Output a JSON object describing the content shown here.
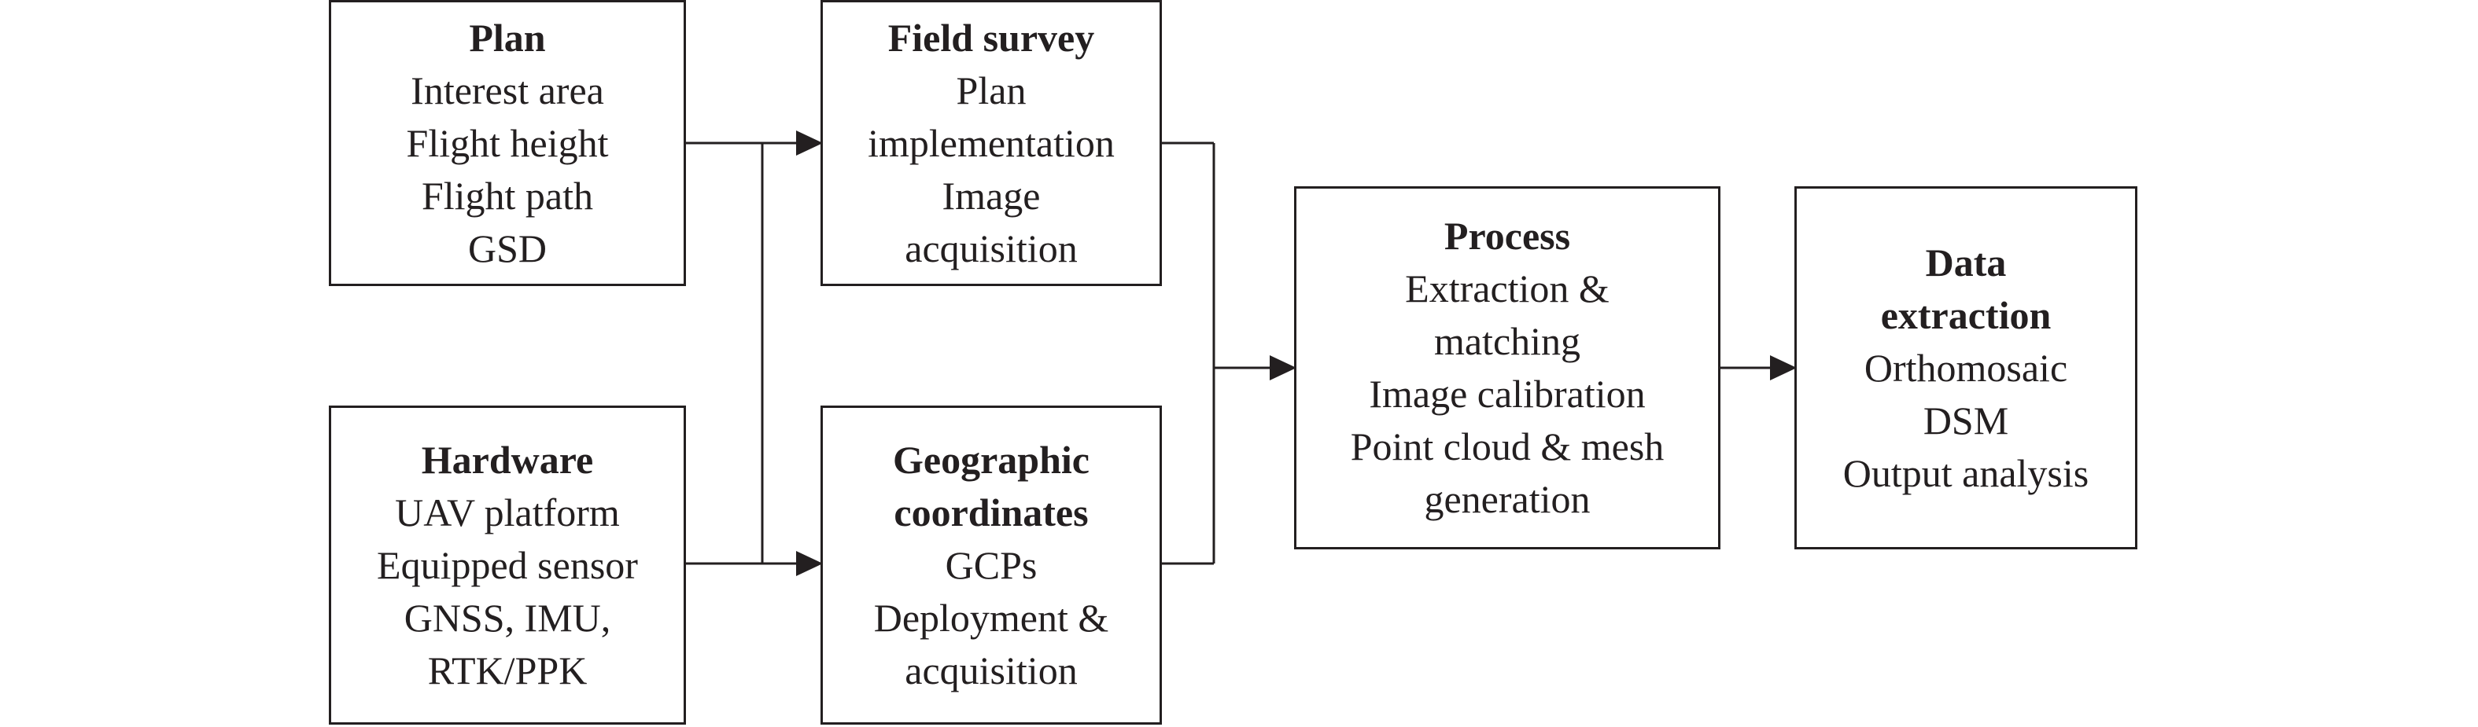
{
  "colors": {
    "stroke": "#231f20",
    "background": "#ffffff"
  },
  "boxes": {
    "plan": {
      "title": [
        "Plan"
      ],
      "lines": [
        "Interest area",
        "Flight height",
        "Flight path",
        "GSD"
      ]
    },
    "hardware": {
      "title": [
        "Hardware"
      ],
      "lines": [
        "UAV platform",
        "Equipped sensor",
        "GNSS, IMU,",
        "RTK/PPK"
      ]
    },
    "field_survey": {
      "title": [
        "Field survey"
      ],
      "lines": [
        "Plan",
        "implementation",
        "Image",
        "acquisition"
      ]
    },
    "geographic_coordinates": {
      "title": [
        "Geographic",
        "coordinates"
      ],
      "lines": [
        "GCPs",
        "Deployment &",
        "acquisition"
      ]
    },
    "process": {
      "title": [
        "Process"
      ],
      "lines": [
        "Extraction &",
        "matching",
        "Image calibration",
        "Point cloud & mesh",
        "generation"
      ]
    },
    "data_extraction": {
      "title": [
        "Data",
        "extraction"
      ],
      "lines": [
        "Orthomosaic",
        "DSM",
        "Output analysis"
      ]
    }
  }
}
